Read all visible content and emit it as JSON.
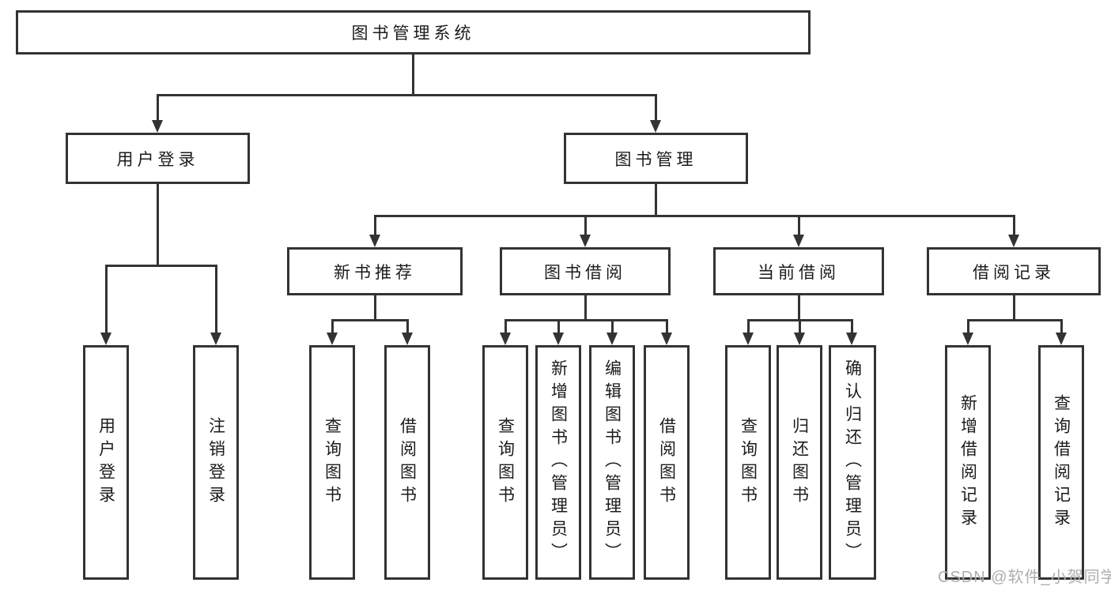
{
  "tree": {
    "label": "图书管理系统",
    "children": [
      {
        "label": "用户登录",
        "children": [
          {
            "label": "用户登录"
          },
          {
            "label": "注销登录"
          }
        ]
      },
      {
        "label": "图书管理",
        "children": [
          {
            "label": "新书推荐",
            "children": [
              {
                "label": "查询图书"
              },
              {
                "label": "借阅图书"
              }
            ]
          },
          {
            "label": "图书借阅",
            "children": [
              {
                "label": "查询图书"
              },
              {
                "label": "新增图书（管理员）"
              },
              {
                "label": "编辑图书（管理员）"
              },
              {
                "label": "借阅图书"
              }
            ]
          },
          {
            "label": "当前借阅",
            "children": [
              {
                "label": "查询图书"
              },
              {
                "label": "归还图书"
              },
              {
                "label": "确认归还（管理员）"
              }
            ]
          },
          {
            "label": "借阅记录",
            "children": [
              {
                "label": "新增借阅记录"
              },
              {
                "label": "查询借阅记录"
              }
            ]
          }
        ]
      }
    ]
  },
  "watermark": "CSDN @软件_小贺同学",
  "colors": {
    "line": "#333333",
    "box_border": "#333333",
    "text": "#1b1b1b",
    "watermark": "#aeaeae",
    "background": "#ffffff"
  }
}
